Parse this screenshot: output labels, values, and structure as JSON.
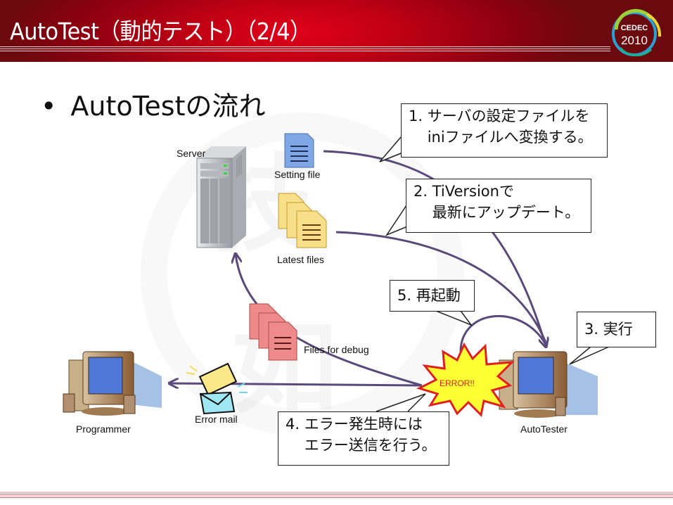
{
  "header": {
    "title": "AutoTest（動的テスト）（2/4）",
    "logo": {
      "small_text": "CEDEC",
      "year": "2010"
    }
  },
  "bullet": {
    "text": "AutoTestの流れ",
    "symbol": "•"
  },
  "nodes": {
    "server": "Server",
    "setting_file": "Setting file",
    "latest_files": "Latest files",
    "files_for_debug": "Files for debug",
    "programmer": "Programmer",
    "error_mail": "Error mail",
    "auto_tester": "AutoTester",
    "error_burst": "ERROR!!"
  },
  "callouts": {
    "step1": "1. サーバの設定ファイルを\n    iniファイルへ変換する。",
    "step2": "2. TiVersionで\n    最新にアップデート。",
    "step3": "3. 実行",
    "step4": "4. エラー発生時には\n    エラー送信を行う。",
    "step5": "5. 再起動"
  },
  "colors": {
    "header_red": "#c00014",
    "arrow_purple": "#5a4a7a",
    "error_yellow": "#ffff33",
    "error_red": "#e02020",
    "setting_file_blue": "#7fa7e6",
    "latest_files_yellow": "#f8e08a",
    "debug_files_pink": "#ee8a8a"
  }
}
